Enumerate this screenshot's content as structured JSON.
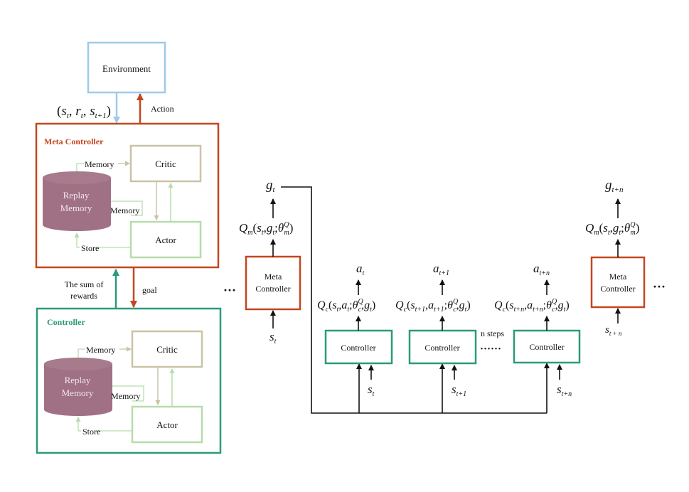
{
  "colors": {
    "environment": "#9ecae9",
    "meta": "#c4461f",
    "controller": "#2a9a7a",
    "critic": "#c9c3a6",
    "actor": "#b6dcaa",
    "cylinder": "#a07184",
    "arrow_blue": "#9ecae9",
    "arrow_red": "#c4461f",
    "arrow_green": "#2a9a7a",
    "black": "#111111"
  },
  "left": {
    "environment": "Environment",
    "state_tuple": {
      "open": "(",
      "s": "s",
      "sub_t": "t",
      "r": "r",
      "sub_t2": "t",
      "s2": "s",
      "sub_t1": "t+1",
      "close": ")"
    },
    "action": "Action",
    "meta_panel": {
      "title": "Meta Controller",
      "critic": "Critic",
      "actor": "Actor",
      "replay_line1": "Replay",
      "replay_line2": "Memory",
      "memory_top": "Memory",
      "memory_mid": "Memory",
      "store": "Store"
    },
    "sum_rewards_line1": "The sum of",
    "sum_rewards_line2": "rewards",
    "goal": "goal",
    "controller_panel": {
      "title": "Controller",
      "critic": "Critic",
      "actor": "Actor",
      "replay_line1": "Replay",
      "replay_line2": "Memory",
      "memory_top": "Memory",
      "memory_mid": "Memory",
      "store": "Store"
    }
  },
  "right": {
    "ellipsis_left": "···",
    "ellipsis_right": "···",
    "meta1": {
      "line1": "Meta",
      "line2": "Controller",
      "input": "s",
      "input_sub": "t"
    },
    "meta2": {
      "line1": "Meta",
      "line2": "Controller",
      "input": "s",
      "input_sub": "t + n"
    },
    "g_t": {
      "g": "g",
      "sub": "t"
    },
    "g_tn": {
      "g": "g",
      "sub": "t+n"
    },
    "q_meta": "Qm(st,gt;θQm)",
    "q_meta_parts": {
      "Q": "Q",
      "m": "m",
      "open": "(",
      "s": "s",
      "t": "t",
      "comma": ",",
      "g": "g",
      "semi": ";",
      "theta": "θ",
      "Qs": "Q",
      "close": ")"
    },
    "controllers": [
      {
        "label": "Controller",
        "a": "a",
        "a_sub": "t",
        "s": "s",
        "s_sub": "t",
        "q": {
          "Q": "Q",
          "c": "c",
          "s_sub": "t",
          "a_sub": "t",
          "g_sub": "t"
        }
      },
      {
        "label": "Controller",
        "a": "a",
        "a_sub": "t+1",
        "s": "s",
        "s_sub": "t+1",
        "q": {
          "Q": "Q",
          "c": "c",
          "s_sub": "t+1",
          "a_sub": "t+1",
          "g_sub": "t"
        }
      },
      {
        "label": "Controller",
        "a": "a",
        "a_sub": "t+n",
        "s": "s",
        "s_sub": "t+n",
        "q": {
          "Q": "Q",
          "c": "c",
          "s_sub": "t+n",
          "a_sub": "t+n",
          "g_sub": "t"
        }
      }
    ],
    "n_steps": "n steps",
    "dotted": "······"
  }
}
